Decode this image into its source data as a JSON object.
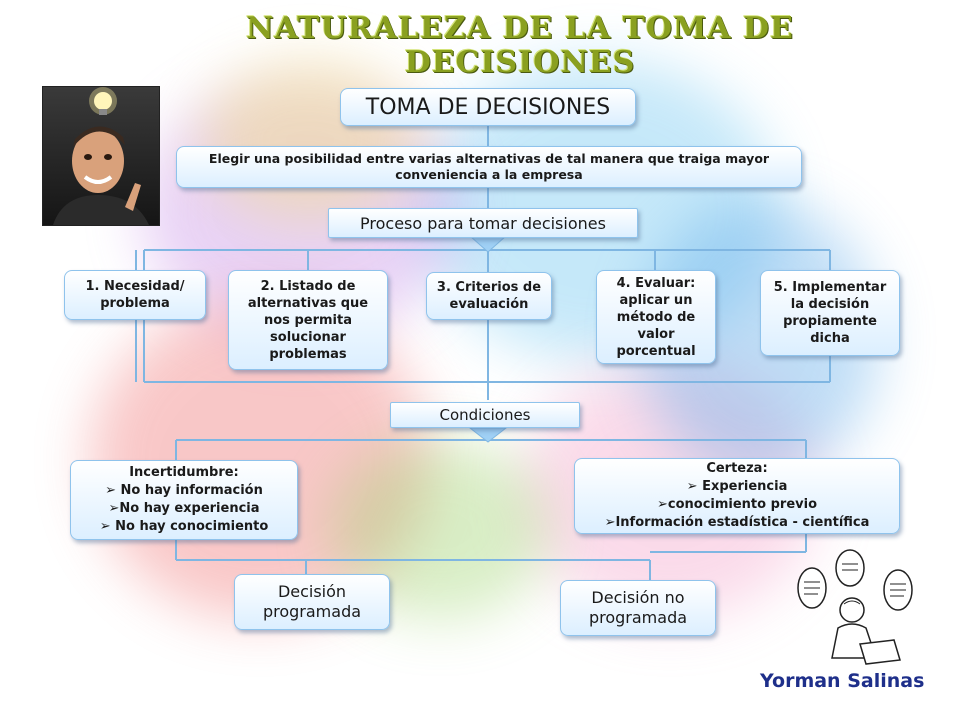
{
  "title_lines": [
    "Naturaleza de la toma de",
    "decisiones"
  ],
  "main_heading": "TOMA DE DECISIONES",
  "definition": "Elegir una posibilidad entre varias alternativas de tal manera que traiga mayor conveniencia a la empresa",
  "process_heading": "Proceso para tomar decisiones",
  "steps": [
    "1. Necesidad/ problema",
    "2. Listado de alternativas que nos permita solucionar problemas",
    "3. Criterios de evaluación",
    "4. Evaluar: aplicar un método de valor porcentual",
    "5. Implementar la decisión propiamente dicha"
  ],
  "conditions_heading": "Condiciones",
  "uncertainty": {
    "title": "Incertidumbre:",
    "items": [
      "No hay información",
      "No hay experiencia",
      "No hay conocimiento"
    ]
  },
  "certainty": {
    "title": "Certeza:",
    "items": [
      "Experiencia",
      "conocimiento previo",
      "Información estadística - científica"
    ]
  },
  "bullet": "➢",
  "outcomes": [
    "Decisión programada",
    "Decisión no programada"
  ],
  "author": "Yorman Salinas",
  "colors": {
    "title": "#8aa020",
    "box_border": "#8fc3ec",
    "connector": "#7fb6e2",
    "author": "#1e2f8a"
  }
}
